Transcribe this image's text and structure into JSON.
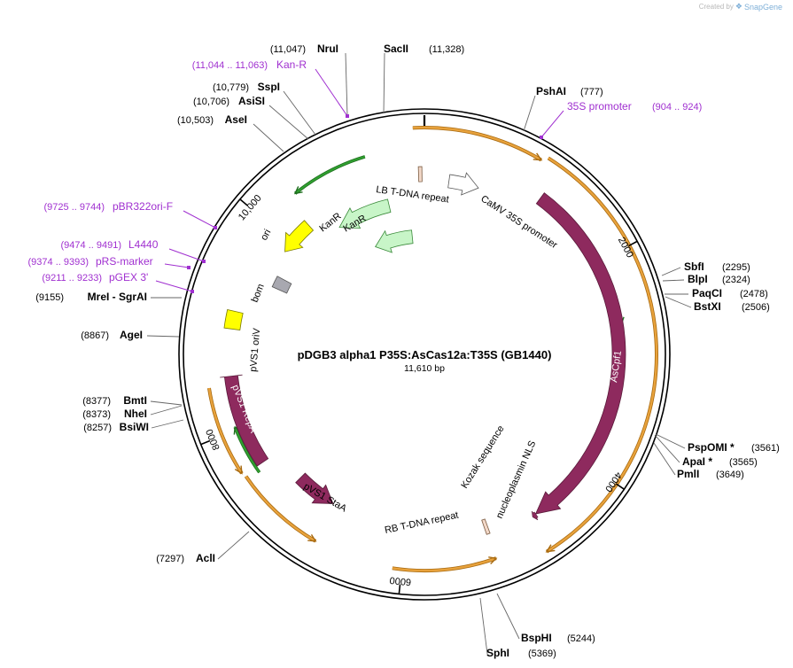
{
  "plasmid": {
    "name": "pDGB3 alpha1 P35S:AsCas12a:T35S (GB1440)",
    "length_label": "11,610 bp",
    "length": 11610
  },
  "credit": {
    "prefix": "Created by",
    "brand": "SnapGene"
  },
  "colors": {
    "backbone": "#000000",
    "primer": "#a030d0",
    "orange": "#e8a23c",
    "orange_stroke": "#a86a10",
    "green": "#30a030",
    "feature_magenta": "#8e2a5e",
    "kanr_fill": "#c8f5c8",
    "kanr_stroke": "#3a8a3a",
    "ori_fill": "#ffff00",
    "bom_fill": "#a8a8b0",
    "tdna_fill": "#f2d8c8",
    "promoter_fill": "#ffffff"
  },
  "ticks": [
    {
      "label": "2000",
      "pos": 2000
    },
    {
      "label": "4000",
      "pos": 4000
    },
    {
      "label": "6000",
      "pos": 6000
    },
    {
      "label": "8000",
      "pos": 8000
    },
    {
      "label": "10,000",
      "pos": 10000
    }
  ],
  "sites": [
    {
      "name": "SacII",
      "pos": "(11,328)",
      "side": "right"
    },
    {
      "name": "NruI",
      "pos": "(11,047)",
      "side": "left"
    },
    {
      "name": "SspI",
      "pos": "(10,779)",
      "side": "left"
    },
    {
      "name": "AsiSI",
      "pos": "(10,706)",
      "side": "left"
    },
    {
      "name": "AseI",
      "pos": "(10,503)",
      "side": "left"
    },
    {
      "name": "PshAI",
      "pos": "(777)",
      "side": "right"
    },
    {
      "name": "SbfI",
      "pos": "(2295)",
      "side": "right"
    },
    {
      "name": "BlpI",
      "pos": "(2324)",
      "side": "right"
    },
    {
      "name": "PaqCI",
      "pos": "(2478)",
      "side": "right"
    },
    {
      "name": "BstXI",
      "pos": "(2506)",
      "side": "right"
    },
    {
      "name": "PspOMI *",
      "pos": "(3561)",
      "side": "right"
    },
    {
      "name": "ApaI *",
      "pos": "(3565)",
      "side": "right"
    },
    {
      "name": "PmlI",
      "pos": "(3649)",
      "side": "right"
    },
    {
      "name": "BspHI",
      "pos": "(5244)",
      "side": "right"
    },
    {
      "name": "SphI",
      "pos": "(5369)",
      "side": "right"
    },
    {
      "name": "AclI",
      "pos": "(7297)",
      "side": "left"
    },
    {
      "name": "BsiWI",
      "pos": "(8257)",
      "side": "left"
    },
    {
      "name": "NheI",
      "pos": "(8373)",
      "side": "left"
    },
    {
      "name": "BmtI",
      "pos": "(8377)",
      "side": "left"
    },
    {
      "name": "AgeI",
      "pos": "(8867)",
      "side": "left"
    },
    {
      "name": "MreI  -  SgrAI",
      "pos": "(9155)",
      "side": "left"
    }
  ],
  "primers": [
    {
      "name": "Kan-R",
      "range": "(11,044 .. 11,063)"
    },
    {
      "name": "35S promoter",
      "range": "(904 .. 924)"
    },
    {
      "name": "pBR322ori-F",
      "range": "(9725 .. 9744)"
    },
    {
      "name": "L4440",
      "range": "(9474 .. 9491)"
    },
    {
      "name": "pRS-marker",
      "range": "(9374 .. 9393)"
    },
    {
      "name": "pGEX 3'",
      "range": "(9211 .. 9233)"
    }
  ],
  "features": {
    "kanr1": "KanR",
    "kanr2": "KanR",
    "ori": "ori",
    "bom": "bom",
    "oriV": "pVS1 oriV",
    "repA": "pVS1 RepA",
    "staA": "pVS1 StaA",
    "lb": "LB T-DNA repeat",
    "rb": "RB T-DNA repeat",
    "camv": "CaMV 35S promoter",
    "ascpf1": "AsCpf1",
    "kozak": "Kozak sequence",
    "nls": "nucleoplasmin NLS"
  }
}
